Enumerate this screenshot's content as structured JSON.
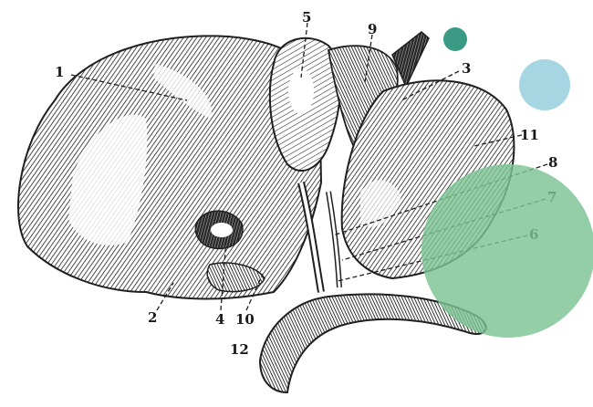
{
  "illustration": {
    "subject": "engraving",
    "labels": [
      "1",
      "2",
      "3",
      "4",
      "5",
      "6",
      "7",
      "8",
      "9",
      "10",
      "11",
      "12"
    ]
  },
  "colors": {
    "ink": "#1f1f1f",
    "paper": "#ffffff",
    "dot_teal": "#3a9a84",
    "dot_light_blue": "#a6d6e2",
    "dot_green": "#7cc394"
  }
}
